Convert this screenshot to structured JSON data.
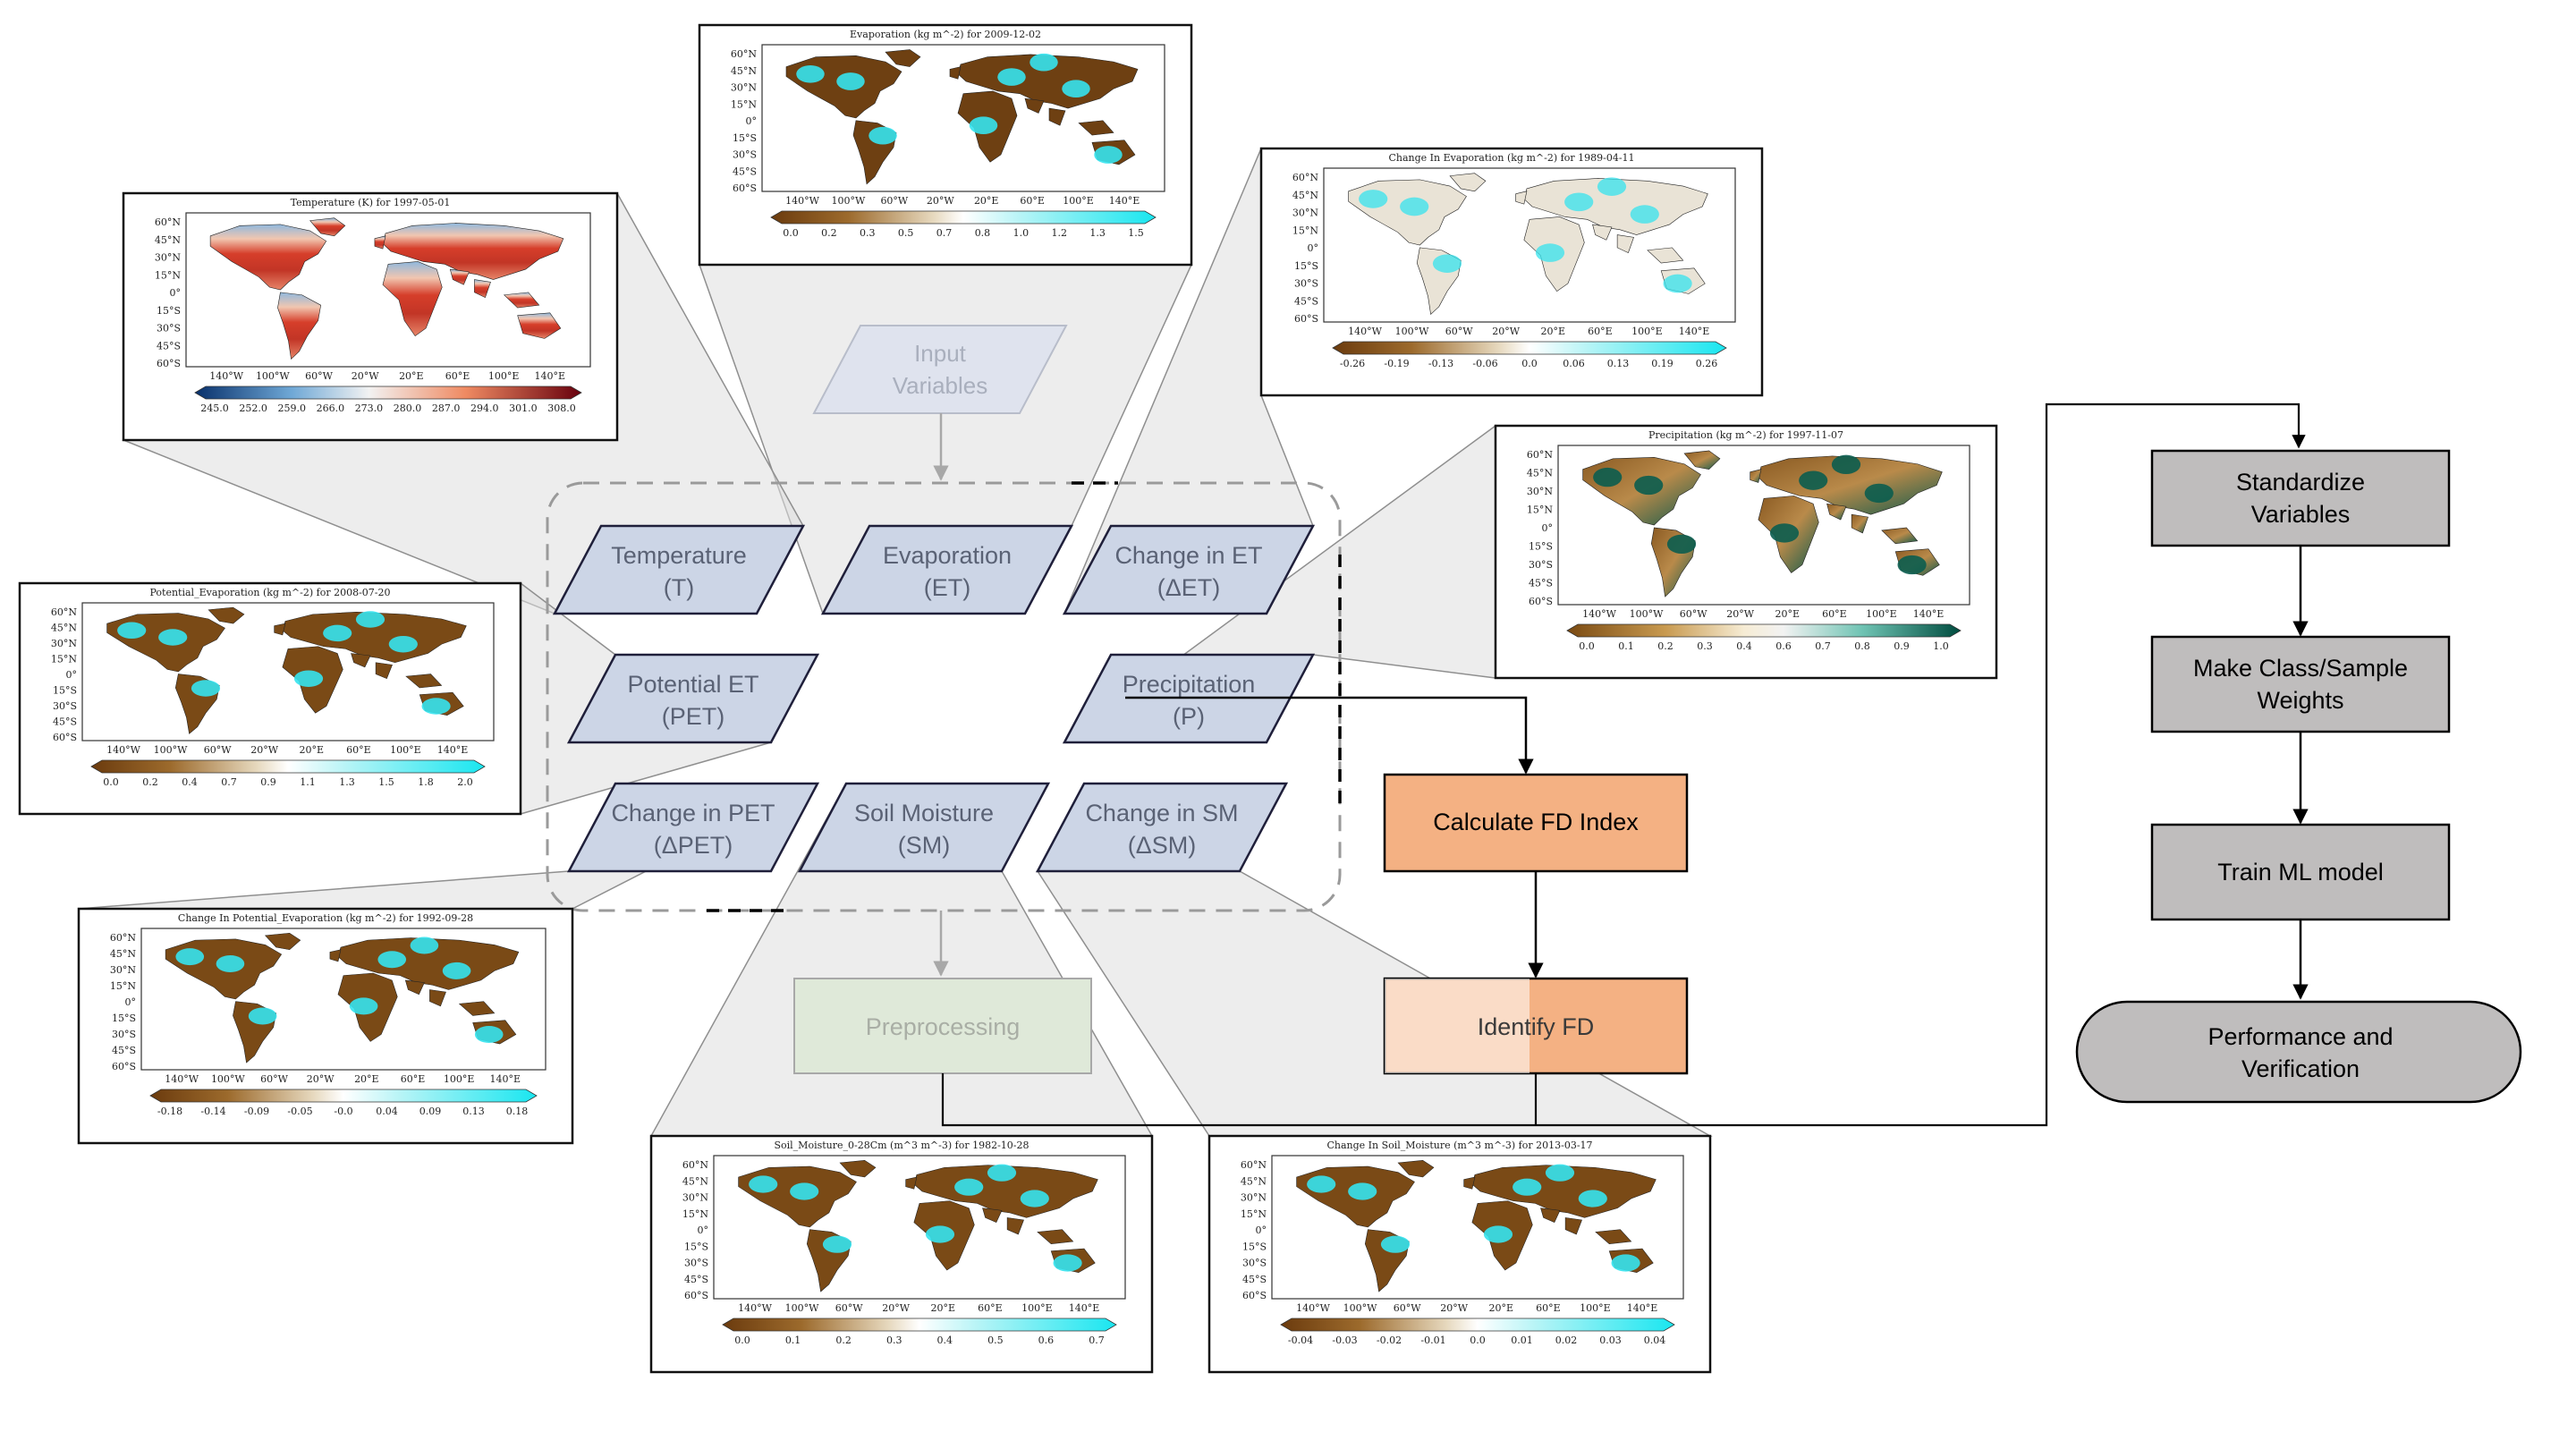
{
  "diagram": {
    "input_node": {
      "line1": "Input",
      "line2": "Variables"
    },
    "variables": [
      {
        "id": "T",
        "line1": "Temperature",
        "line2": "(T)"
      },
      {
        "id": "ET",
        "line1": "Evaporation",
        "line2": "(ET)"
      },
      {
        "id": "dET",
        "line1": "Change in ET",
        "line2": "(ΔET)"
      },
      {
        "id": "PET",
        "line1": "Potential ET",
        "line2": "(PET)"
      },
      {
        "id": "P",
        "line1": "Precipitation",
        "line2": "(P)"
      },
      {
        "id": "dPET",
        "line1": "Change in PET",
        "line2": "(ΔPET)"
      },
      {
        "id": "SM",
        "line1": "Soil Moisture",
        "line2": "(SM)"
      },
      {
        "id": "dSM",
        "line1": "Change in SM",
        "line2": "(ΔSM)"
      }
    ],
    "preprocessing": "Preprocessing",
    "calc_fd": "Calculate FD Index",
    "identify_fd": "Identify FD",
    "pipeline": [
      {
        "line1": "Standardize",
        "line2": "Variables"
      },
      {
        "line1": "Make Class/Sample",
        "line2": "Weights"
      },
      {
        "line1": "Train ML model",
        "line2": ""
      }
    ],
    "final": {
      "line1": "Performance and",
      "line2": "Verification"
    },
    "colors": {
      "var_fill": "#ccd5e6",
      "var_stroke": "#1f1f3a",
      "orange": "#f4b183",
      "gray_box": "#bfbdbd",
      "gray_box_text": "#000000",
      "faded_box": "#dfe9d9"
    }
  },
  "maps": [
    {
      "key": "ET",
      "title": "Evaporation (kg m^-2) for 2009-12-02",
      "lats": [
        "60°N",
        "45°N",
        "30°N",
        "15°N",
        "0°",
        "15°S",
        "30°S",
        "45°S",
        "60°S"
      ],
      "lons": [
        "140°W",
        "100°W",
        "60°W",
        "20°W",
        "20°E",
        "60°E",
        "100°E",
        "140°E"
      ],
      "ticks": [
        "0.0",
        "0.2",
        "0.3",
        "0.5",
        "0.7",
        "0.8",
        "1.0",
        "1.2",
        "1.3",
        "1.5"
      ],
      "cmap": "brbg_cyan",
      "land": "dry"
    },
    {
      "key": "T",
      "title": "Temperature (K) for 1997-05-01",
      "lats": [
        "60°N",
        "45°N",
        "30°N",
        "15°N",
        "0°",
        "15°S",
        "30°S",
        "45°S",
        "60°S"
      ],
      "lons": [
        "140°W",
        "100°W",
        "60°W",
        "20°W",
        "20°E",
        "60°E",
        "100°E",
        "140°E"
      ],
      "ticks": [
        "245.0",
        "252.0",
        "259.0",
        "266.0",
        "273.0",
        "280.0",
        "287.0",
        "294.0",
        "301.0",
        "308.0"
      ],
      "cmap": "coolwarm",
      "land": "temp"
    },
    {
      "key": "dET",
      "title": "Change In Evaporation (kg m^-2) for 1989-04-11",
      "lats": [
        "60°N",
        "45°N",
        "30°N",
        "15°N",
        "0°",
        "15°S",
        "30°S",
        "45°S",
        "60°S"
      ],
      "lons": [
        "140°W",
        "100°W",
        "60°W",
        "20°W",
        "20°E",
        "60°E",
        "100°E",
        "140°E"
      ],
      "ticks": [
        "-0.26",
        "-0.19",
        "-0.13",
        "-0.06",
        "0.0",
        "0.06",
        "0.13",
        "0.19",
        "0.26"
      ],
      "cmap": "brbg_cyan",
      "land": "light"
    },
    {
      "key": "P",
      "title": "Precipitation (kg m^-2) for 1997-11-07",
      "lats": [
        "60°N",
        "45°N",
        "30°N",
        "15°N",
        "0°",
        "15°S",
        "30°S",
        "45°S",
        "60°S"
      ],
      "lons": [
        "140°W",
        "100°W",
        "60°W",
        "20°W",
        "20°E",
        "60°E",
        "100°E",
        "140°E"
      ],
      "ticks": [
        "0.0",
        "0.1",
        "0.2",
        "0.3",
        "0.4",
        "0.6",
        "0.7",
        "0.8",
        "0.9",
        "1.0"
      ],
      "cmap": "brbg",
      "land": "precip"
    },
    {
      "key": "PET",
      "title": "Potential_Evaporation (kg m^-2) for 2008-07-20",
      "lats": [
        "60°N",
        "45°N",
        "30°N",
        "15°N",
        "0°",
        "15°S",
        "30°S",
        "45°S",
        "60°S"
      ],
      "lons": [
        "140°W",
        "100°W",
        "60°W",
        "20°W",
        "20°E",
        "60°E",
        "100°E",
        "140°E"
      ],
      "ticks": [
        "0.0",
        "0.2",
        "0.4",
        "0.7",
        "0.9",
        "1.1",
        "1.3",
        "1.5",
        "1.8",
        "2.0"
      ],
      "cmap": "brbg_cyan",
      "land": "mixed"
    },
    {
      "key": "dPET",
      "title": "Change In Potential_Evaporation (kg m^-2) for 1992-09-28",
      "lats": [
        "60°N",
        "45°N",
        "30°N",
        "15°N",
        "0°",
        "15°S",
        "30°S",
        "45°S",
        "60°S"
      ],
      "lons": [
        "140°W",
        "100°W",
        "60°W",
        "20°W",
        "20°E",
        "60°E",
        "100°E",
        "140°E"
      ],
      "ticks": [
        "-0.18",
        "-0.14",
        "-0.09",
        "-0.05",
        "-0.0",
        "0.04",
        "0.09",
        "0.13",
        "0.18"
      ],
      "cmap": "brbg_cyan",
      "land": "mixed"
    },
    {
      "key": "SM",
      "title": "Soil_Moisture_0-28Cm (m^3 m^-3) for 1982-10-28",
      "lats": [
        "60°N",
        "45°N",
        "30°N",
        "15°N",
        "0°",
        "15°S",
        "30°S",
        "45°S",
        "60°S"
      ],
      "lons": [
        "140°W",
        "100°W",
        "60°W",
        "20°W",
        "20°E",
        "60°E",
        "100°E",
        "140°E"
      ],
      "ticks": [
        "0.0",
        "0.1",
        "0.2",
        "0.3",
        "0.4",
        "0.5",
        "0.6",
        "0.7"
      ],
      "cmap": "brbg_cyan",
      "land": "mixed"
    },
    {
      "key": "dSM",
      "title": "Change In Soil_Moisture (m^3 m^-3) for 2013-03-17",
      "lats": [
        "60°N",
        "45°N",
        "30°N",
        "15°N",
        "0°",
        "15°S",
        "30°S",
        "45°S",
        "60°S"
      ],
      "lons": [
        "140°W",
        "100°W",
        "60°W",
        "20°W",
        "20°E",
        "60°E",
        "100°E",
        "140°E"
      ],
      "ticks": [
        "-0.04",
        "-0.03",
        "-0.02",
        "-0.01",
        "0.0",
        "0.01",
        "0.02",
        "0.03",
        "0.04"
      ],
      "cmap": "brbg_cyan",
      "land": "mixed"
    }
  ]
}
